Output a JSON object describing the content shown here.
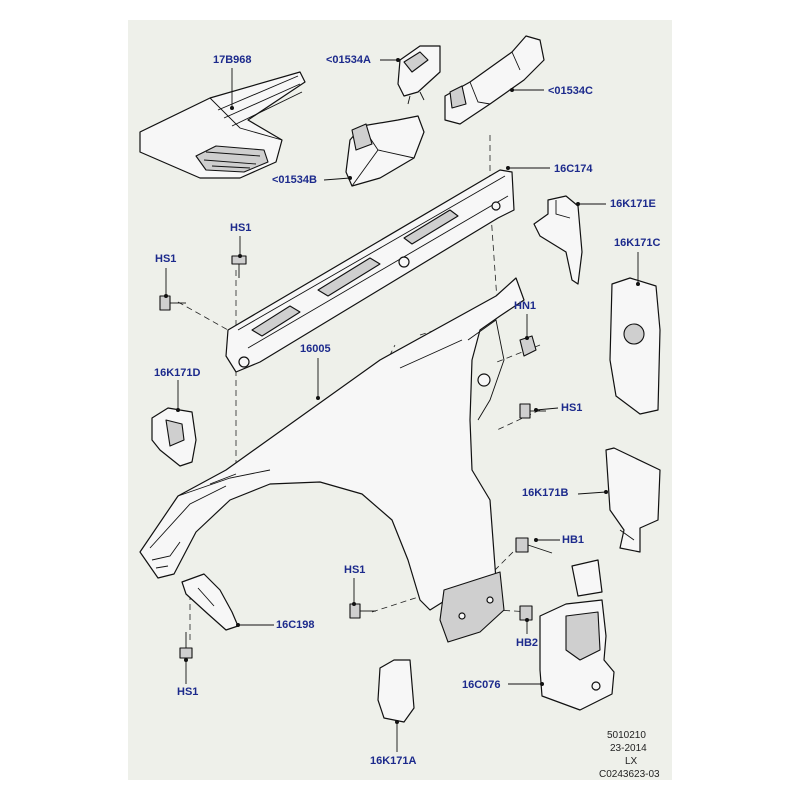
{
  "callouts": {
    "c17B968": "17B968",
    "c01534A": "<01534A",
    "c01534C": "<01534C",
    "c01534B": "<01534B",
    "c16C174": "16C174",
    "c16K171E": "16K171E",
    "c16K171C": "16K171C",
    "hs1_top": "HS1",
    "hs1_left": "HS1",
    "hn1": "HN1",
    "c16005": "16005",
    "c16K171D": "16K171D",
    "hs1_right": "HS1",
    "c16K171B": "16K171B",
    "hb1": "HB1",
    "hs1_mid": "HS1",
    "c16C198": "16C198",
    "hb2": "HB2",
    "hs1_bottom": "HS1",
    "c16C076": "16C076",
    "c16K171A": "16K171A"
  },
  "reference": {
    "line1": "5010210",
    "line2": "23-2014",
    "line3": "LX",
    "line4": "C0243623-03"
  },
  "colors": {
    "callout_text": "#1c2a8c",
    "panel_background": "#eef0ea"
  }
}
